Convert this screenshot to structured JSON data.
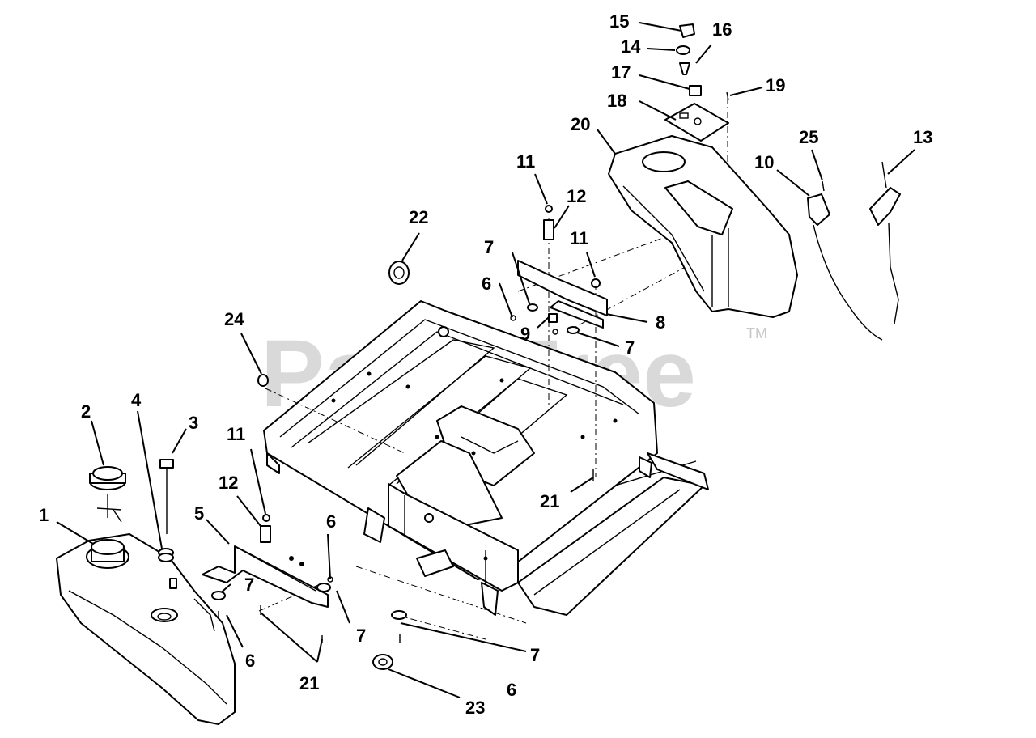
{
  "watermark": {
    "text": "PartsTree",
    "trademark": "TM",
    "color": "#d2d2d2"
  },
  "callouts": [
    {
      "id": "c1",
      "label": "1"
    },
    {
      "id": "c2",
      "label": "2"
    },
    {
      "id": "c3",
      "label": "3"
    },
    {
      "id": "c4",
      "label": "4"
    },
    {
      "id": "c5",
      "label": "5"
    },
    {
      "id": "c6a",
      "label": "6"
    },
    {
      "id": "c6b",
      "label": "6"
    },
    {
      "id": "c6c",
      "label": "6"
    },
    {
      "id": "c6d",
      "label": "6"
    },
    {
      "id": "c7a",
      "label": "7"
    },
    {
      "id": "c7b",
      "label": "7"
    },
    {
      "id": "c7c",
      "label": "7"
    },
    {
      "id": "c7d",
      "label": "7"
    },
    {
      "id": "c7e",
      "label": "7"
    },
    {
      "id": "c8",
      "label": "8"
    },
    {
      "id": "c9",
      "label": "9"
    },
    {
      "id": "c10",
      "label": "10"
    },
    {
      "id": "c11a",
      "label": "11"
    },
    {
      "id": "c11b",
      "label": "11"
    },
    {
      "id": "c11c",
      "label": "11"
    },
    {
      "id": "c12a",
      "label": "12"
    },
    {
      "id": "c12b",
      "label": "12"
    },
    {
      "id": "c13",
      "label": "13"
    },
    {
      "id": "c14",
      "label": "14"
    },
    {
      "id": "c15",
      "label": "15"
    },
    {
      "id": "c16",
      "label": "16"
    },
    {
      "id": "c17",
      "label": "17"
    },
    {
      "id": "c18",
      "label": "18"
    },
    {
      "id": "c19",
      "label": "19"
    },
    {
      "id": "c20",
      "label": "20"
    },
    {
      "id": "c21a",
      "label": "21"
    },
    {
      "id": "c21b",
      "label": "21"
    },
    {
      "id": "c22",
      "label": "22"
    },
    {
      "id": "c23",
      "label": "23"
    },
    {
      "id": "c24",
      "label": "24"
    },
    {
      "id": "c25",
      "label": "25"
    }
  ]
}
